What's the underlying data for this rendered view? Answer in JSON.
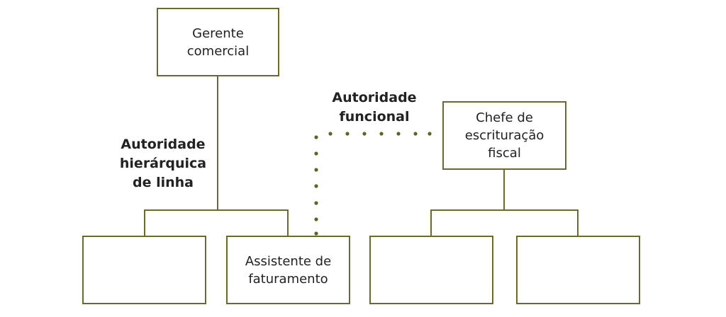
{
  "diagram": {
    "gerente": "Gerente\ncomercial",
    "chefe": "Chefe de\nescrituração\nfiscal",
    "assistente": "Assistente de\nfaturamento",
    "empty_box_1": "",
    "empty_box_2": "",
    "empty_box_3": "",
    "label_linha": "Autoridade\nhierárquica\nde linha",
    "label_funcional": "Autoridade\nfuncional"
  },
  "colors": {
    "line": "#6b6a2e",
    "dots": "#5b6526",
    "text": "#222222"
  }
}
